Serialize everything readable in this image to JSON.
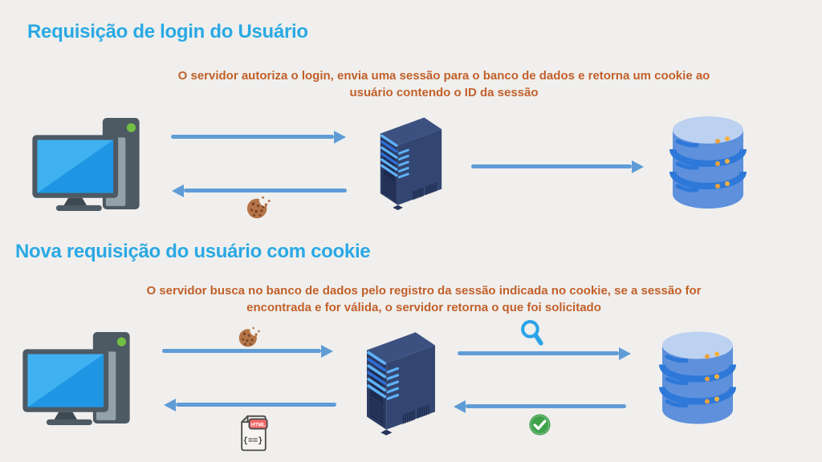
{
  "page": {
    "background": "#f0efed"
  },
  "colors": {
    "title_blue": "#2aa9e4",
    "caption_orange": "#c2602a",
    "arrow_blue": "#5f9cd6",
    "server_navy": "#334672",
    "database_blue": "#5e90dc",
    "cookie_brown": "#b57549",
    "check_green": "#3fa24b",
    "html_badge_red": "#f2696a"
  },
  "section1": {
    "title": "Requisição de login do Usuário",
    "caption_line1": "O servidor autoriza o login, envia uma sessão para o banco de dados e retorna um cookie ao",
    "caption_line2": "usuário contendo o ID da sessão",
    "nodes": [
      "computer",
      "server",
      "database"
    ],
    "flow_icons": [
      "cookie"
    ]
  },
  "section2": {
    "title": "Nova requisição do usuário com cookie",
    "caption_line1": "O servidor busca no banco de dados pelo registro da sessão indicada no cookie, se a sessão for",
    "caption_line2": "encontrada e for válida, o servidor retorna o que foi solicitado",
    "nodes": [
      "computer",
      "server",
      "database"
    ],
    "flow_icons": [
      "cookie",
      "html-file",
      "magnifier",
      "check"
    ]
  },
  "html_file_icon": {
    "badge": "HTML",
    "code": "{==}"
  }
}
